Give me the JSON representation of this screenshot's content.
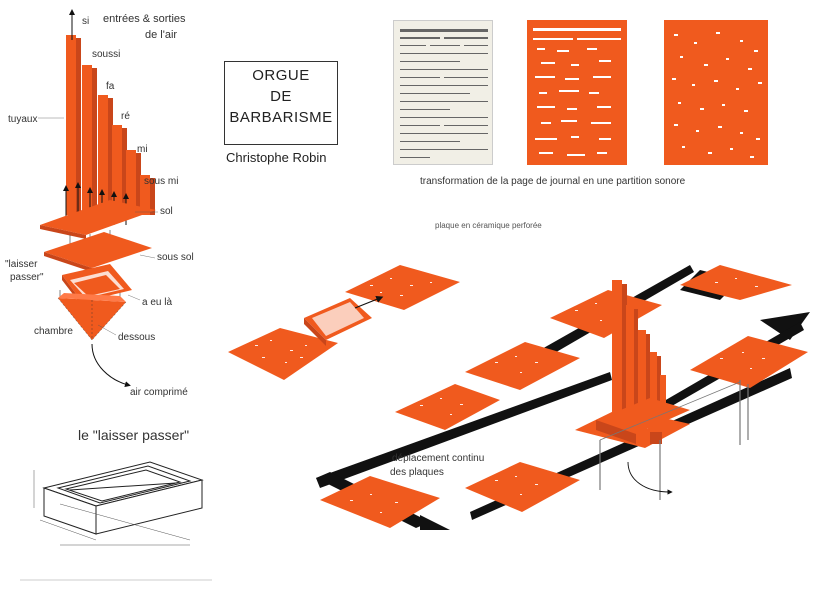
{
  "colors": {
    "orange": "#f05a1e",
    "dark": "#111111",
    "grey": "#888888"
  },
  "title": {
    "line1": "ORGUE",
    "line2": "DE",
    "line3": "BARBARISME",
    "author": "Christophe Robin"
  },
  "labels": {
    "entrees": "entrées & sorties",
    "air": "de l'air",
    "si": "si",
    "soussi": "soussi",
    "fa": "fa",
    "re": "ré",
    "mi": "mi",
    "sousmi": "sous mi",
    "tuyaux": "tuyaux",
    "sol": "sol",
    "soussol": "sous sol",
    "laisser": "\"laisser",
    "passer": "passer\"",
    "aeula": "a eu là",
    "chambre": "chambre",
    "dessous": "dessous",
    "aircomprime": "air comprimé",
    "lasser_title": "le \"laisser passer\"",
    "transformation": "transformation de la page de journal en une partition sonore",
    "plaque": "plaque en céramique perforée",
    "deplacement": "déplacement continu",
    "desplaques": "des plaques"
  }
}
